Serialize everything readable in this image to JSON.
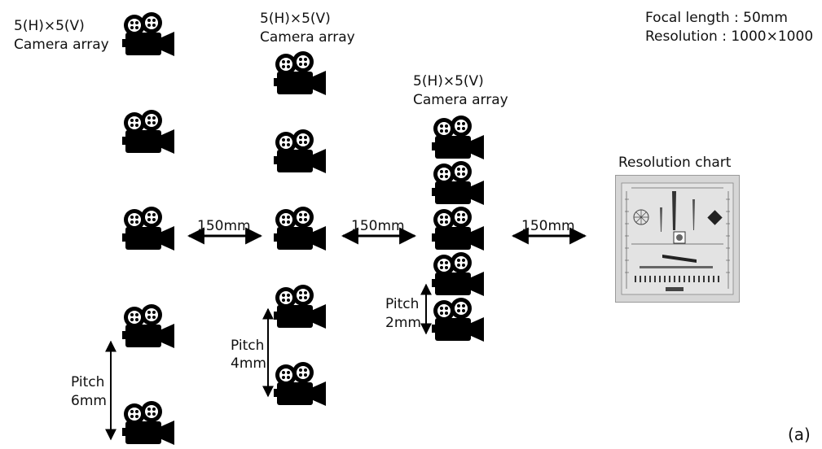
{
  "arrays": [
    {
      "label_line1": "5(H)×5(V)",
      "label_line2": "Camera array",
      "pitch_line1": "Pitch",
      "pitch_line2": "6mm"
    },
    {
      "label_line1": "5(H)×5(V)",
      "label_line2": "Camera array",
      "pitch_line1": "Pitch",
      "pitch_line2": "4mm"
    },
    {
      "label_line1": "5(H)×5(V)",
      "label_line2": "Camera array",
      "pitch_line1": "Pitch",
      "pitch_line2": "2mm"
    }
  ],
  "distances": [
    "150mm",
    "150mm",
    "150mm"
  ],
  "specs": {
    "focal_length": "Focal length : 50mm",
    "resolution": "Resolution : 1000×1000"
  },
  "chart_label": "Resolution chart",
  "panel_label": "(a)",
  "icons": {
    "camera": "video-camera-icon",
    "double_arrow": "double-arrow-icon"
  },
  "colors": {
    "icon": "#000000",
    "chart_bg": "#d6d6d6",
    "chart_border": "#9a9a9a"
  }
}
